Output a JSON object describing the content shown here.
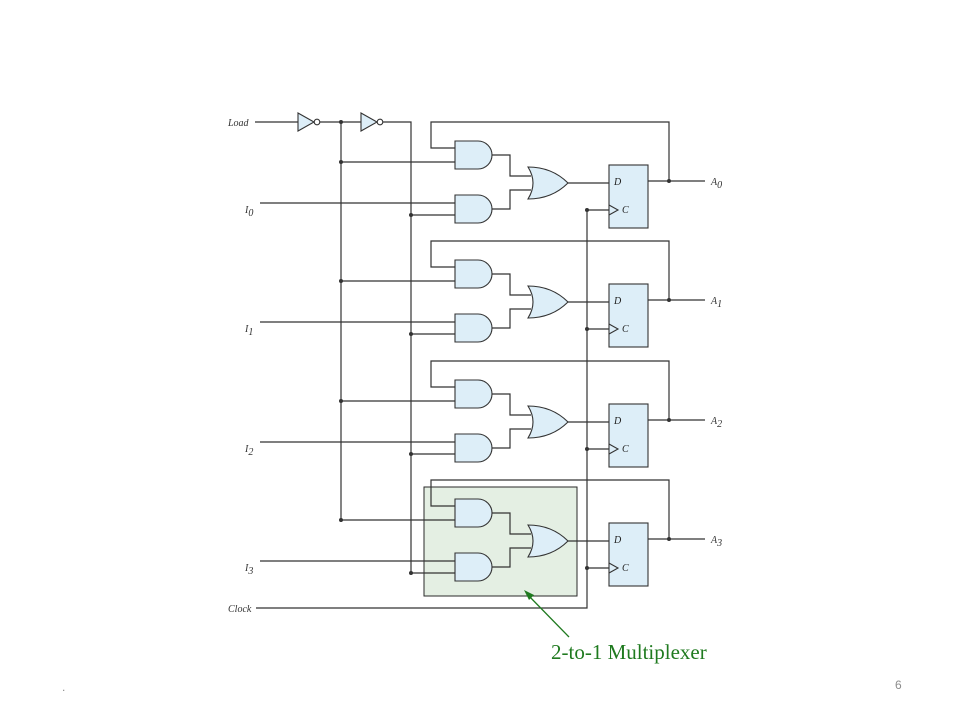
{
  "diagram": {
    "inputs": {
      "load": "Load",
      "clock": "Clock",
      "data": [
        {
          "base": "I",
          "sub": "0"
        },
        {
          "base": "I",
          "sub": "1"
        },
        {
          "base": "I",
          "sub": "2"
        },
        {
          "base": "I",
          "sub": "3"
        }
      ]
    },
    "outputs": [
      {
        "base": "A",
        "sub": "0"
      },
      {
        "base": "A",
        "sub": "1"
      },
      {
        "base": "A",
        "sub": "2"
      },
      {
        "base": "A",
        "sub": "3"
      }
    ],
    "flipflop": {
      "d_label": "D",
      "c_label": "C"
    }
  },
  "callout": {
    "text": "2-to-1 Multiplexer"
  },
  "footer": {
    "page_number": "6",
    "left_mark": "."
  },
  "colors": {
    "gate_fill": "#ddeef8",
    "mux_highlight": "#e4efe3",
    "mux_border": "#2a2a2a",
    "wire": "#333333",
    "callout": "#1f7a1f"
  }
}
